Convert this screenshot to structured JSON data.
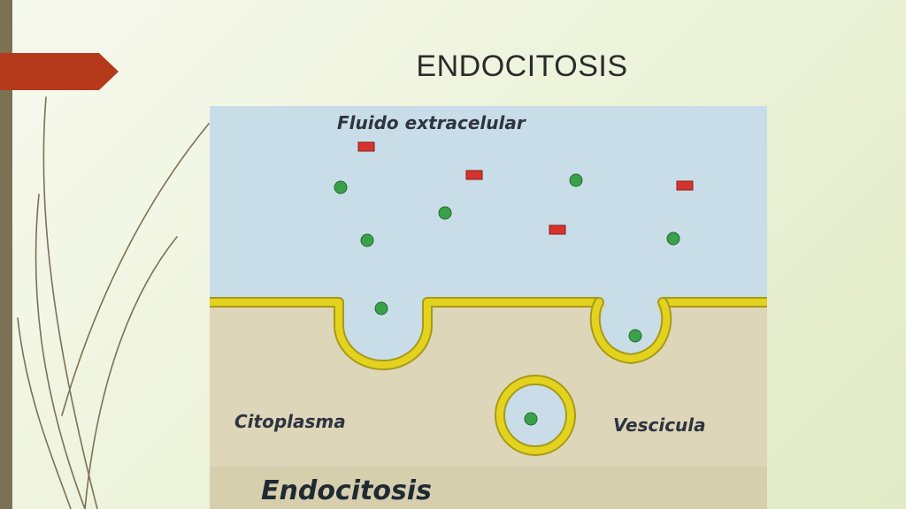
{
  "slide": {
    "title": "ENDOCITOSIS"
  },
  "figure": {
    "label_extracellular": "Fluido extracelular",
    "label_cytoplasm": "Citoplasma",
    "label_vesicle": "Vescicula",
    "caption": "Endocitosis"
  },
  "colors": {
    "accent_arrow": "#b5391b",
    "left_bar": "#7b7255",
    "extracellular_fluid": "#c9dde8",
    "cytoplasm": "#ddd6b8",
    "membrane": "#e4d31e",
    "green_particle": "#3aa04a",
    "red_particle": "#d6332f"
  },
  "icons": {
    "green_particle": "green-particle-icon",
    "red_particle": "red-particle-icon"
  }
}
